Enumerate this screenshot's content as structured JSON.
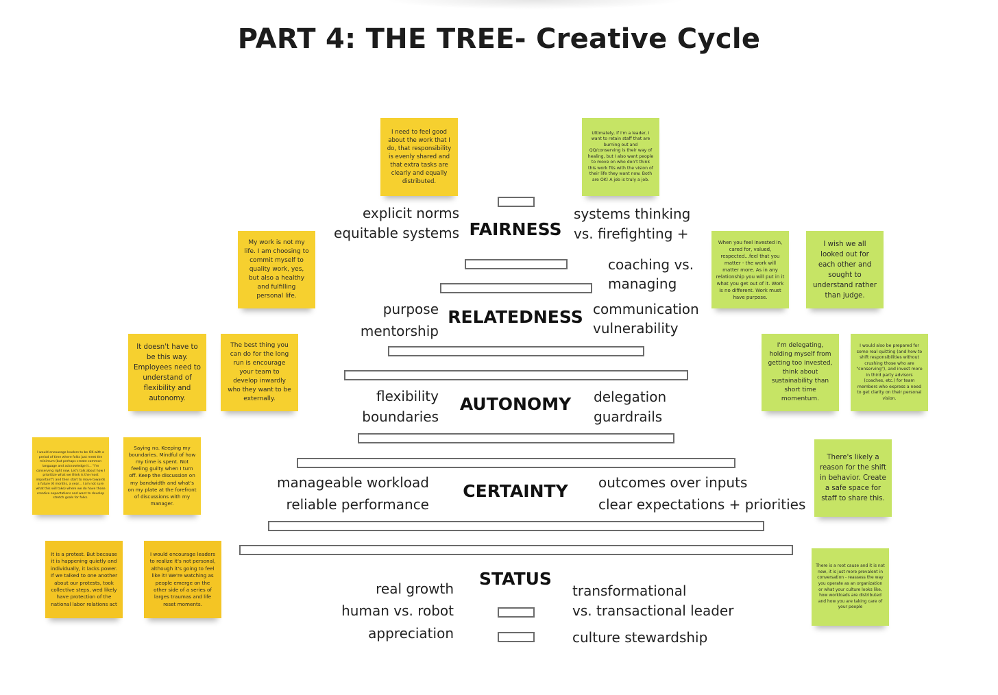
{
  "title": "PART 4: THE TREE- Creative Cycle",
  "levels": {
    "fairness": {
      "label": "FAIRNESS",
      "left": [
        "explicit norms",
        "equitable systems"
      ],
      "right": [
        "systems thinking",
        "vs. firefighting +"
      ]
    },
    "relatedness": {
      "label": "RELATEDNESS",
      "left": [
        "purpose",
        "mentorship"
      ],
      "right_top": [
        "coaching vs.",
        "managing"
      ],
      "right": [
        "communication",
        "vulnerability"
      ]
    },
    "autonomy": {
      "label": "AUTONOMY",
      "left": [
        "flexibility",
        "boundaries"
      ],
      "right": [
        "delegation",
        "guardrails"
      ]
    },
    "certainty": {
      "label": "CERTAINTY",
      "left": [
        "manageable workload",
        "reliable performance"
      ],
      "right": [
        "outcomes over inputs",
        "clear expectations + priorities"
      ]
    },
    "status": {
      "label": "STATUS",
      "left": [
        "real growth",
        "human vs. robot",
        "appreciation"
      ],
      "right": [
        "transformational",
        "vs. transactional leader",
        "culture stewardship"
      ]
    }
  },
  "notes": {
    "n1": "I need to feel good about the work that I do, that responsibility is evenly shared and that extra tasks are clearly and equally distributed.",
    "n2": "Ultimately, if I'm a leader, I want to retain staff that are burning out and QQ/conserving is their way of healing, but I also want people to move on who don't think this work fits with the vision of their life they want now. Both are OK! A job is truly a job.",
    "n3": "My work is not my life. I am choosing to commit myself to quality work, yes, but also a healthy and fulfilling personal life.",
    "n4": "When you feel invested in, cared for, valued, respected...feel that you matter - the work will matter more. As in any relationship you will put in it what you get out of it. Work is no different. Work must have purpose.",
    "n5": "I wish we all looked out for each other and sought to understand rather than judge.",
    "n6": "It doesn't have to be this way. Employees need to understand of flexibility and autonomy.",
    "n7": "The best thing you can do for the long run is encourage your team to develop inwardly who they want to be externally.",
    "n8": "I'm delegating, holding myself from getting too invested, think about sustainability than short time momentum.",
    "n9": "I would also be prepared for some real quitting (and how to shift responsibilities without crushing those who are \"conserving\"), and invest more in third party advisors (coaches, etc.) for team members who express a need to get clarity on their personal vision.",
    "n10": "I would encourage leaders to be OK with a period of time where folks just meet the minimum (but perhaps create common language and acknowledge it... \"I'm conserving right now. Let's talk about how I prioritize what we think is the most important\") and then start to move towards a future (6 months, a year... I am not sure what this will take) where we do have those creative expectations and want to develop stretch goals for folks.",
    "n11": "Saying no. Keeping my boundaries. Mindful of how my time is spent. Not feeling guilty when I turn off. Keep the discussion on my bandwidth and what's on my plate at the forefront of discussions with my manager.",
    "n12": "There's likely a reason for the shift in behavior. Create a safe space for staff to share this.",
    "n13": "It is a protest. But because it is happening quietly and individually, it lacks power. If we talked to one another about our protests, took collective steps, wed likely have protection of the national labor relations act",
    "n14": "I would encourage leaders to realize it's not personal, although it's going to feel like it! We're watching as people emerge on the other side of a series of larges traumas and life reset moments.",
    "n15": "There is a root cause and it is not new, it is just more prevalent in conversation - reassess the way you operate as an organization or what your culture looks like, how workloads are distributed and how you are taking care of your people"
  },
  "colors": {
    "yellow": "#f6d02f",
    "green": "#c6e465",
    "bar_border": "#6b6b6b"
  }
}
